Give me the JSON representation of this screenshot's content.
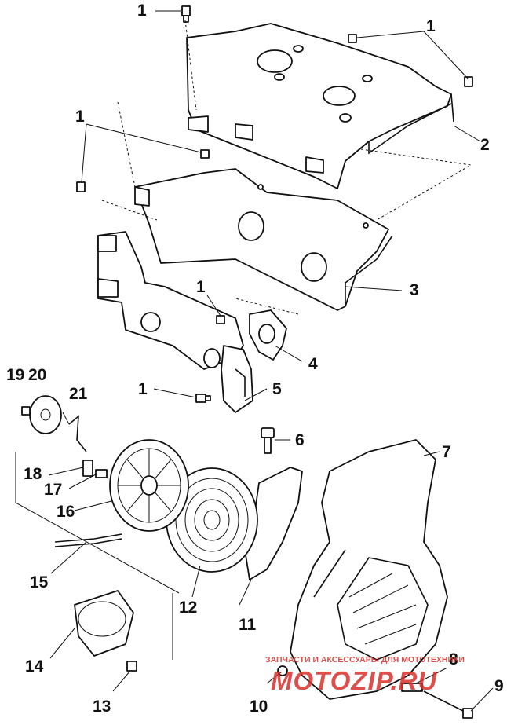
{
  "callouts": {
    "c1a": "1",
    "c1b": "1",
    "c1c": "1",
    "c1d": "1",
    "c1e": "1",
    "c2": "2",
    "c3": "3",
    "c4": "4",
    "c5": "5",
    "c6": "6",
    "c7": "7",
    "c8": "8",
    "c9": "9",
    "c10": "10",
    "c11": "11",
    "c12": "12",
    "c13": "13",
    "c14": "14",
    "c15": "15",
    "c16": "16",
    "c17": "17",
    "c18": "18",
    "c19": "19",
    "c20": "20",
    "c21": "21"
  },
  "watermark": {
    "caption": "ЗАПЧАСТИ И АКСЕССУАРЫ ДЛЯ МОТОТЕХНИКИ",
    "logo": "MOTOZIP.RU",
    "color": "#d9302c"
  }
}
